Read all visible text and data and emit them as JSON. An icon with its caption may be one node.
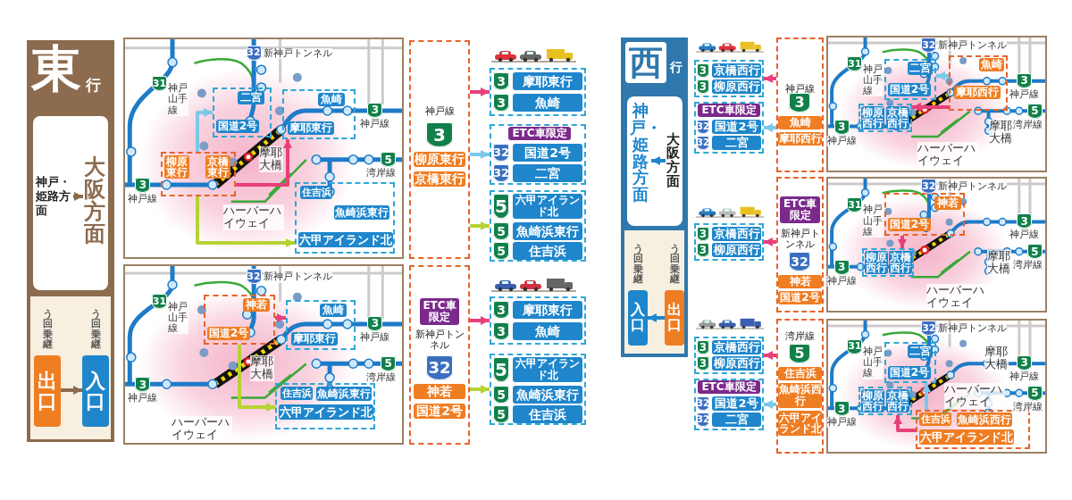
{
  "diagram": {
    "nodes": [
      {
        "text": [
          "東",
          "行"
        ]
      },
      {
        "text": [],
        "shape": "box",
        "in": 0
      },
      {
        "text": [
          "神戸・姫路方面"
        ],
        "in": 1
      },
      {
        "text": [
          "大阪方面"
        ],
        "in": 1
      },
      {
        "text": [
          "出口"
        ],
        "beside": [
          "う回乗継"
        ],
        "in": 0
      },
      {
        "text": [
          "入口"
        ],
        "beside": [
          "う回乗継"
        ],
        "in": 0
      },
      {
        "text": [],
        "shape": "box"
      },
      {
        "text": [],
        "shape": "box",
        "in": 6
      },
      {
        "text": [
          "柳原東行"
        ],
        "in": 7
      },
      {
        "text": [
          "京橋東行"
        ],
        "in": 7
      },
      {
        "text": [],
        "shape": "box",
        "in": 6
      },
      {
        "text": [
          "二宮"
        ],
        "in": 10
      },
      {
        "text": [
          "国道2号"
        ],
        "in": 10
      },
      {
        "text": [],
        "shape": "box",
        "in": 6
      },
      {
        "text": [
          "魚崎"
        ],
        "in": 13
      },
      {
        "text": [
          "摩耶東行"
        ],
        "in": 13
      },
      {
        "text": [],
        "shape": "box",
        "in": 6
      },
      {
        "text": [
          "住吉浜"
        ],
        "in": 16
      },
      {
        "text": [
          "魚崎浜東行"
        ],
        "in": 16
      },
      {
        "text": [
          "六甲アイランド北"
        ],
        "in": 16
      },
      {
        "text": [
          "32"
        ],
        "beside": [
          "新神戸トンネル"
        ],
        "in": 6
      },
      {
        "text": [
          "31"
        ],
        "beside": [
          "神戸山手線"
        ],
        "in": 6
      },
      {
        "text": [
          "3"
        ],
        "beside": [
          "神戸線"
        ],
        "in": 6
      },
      {
        "text": [
          "3"
        ],
        "beside": [
          "神戸線"
        ],
        "in": 6
      },
      {
        "text": [
          "5"
        ],
        "beside": [
          "湾岸線"
        ],
        "in": 6
      },
      {
        "text": [
          "神戸線"
        ]
      },
      {
        "text": [
          "3"
        ],
        "in": 25
      },
      {
        "text": [
          "柳原東行"
        ],
        "in": 25
      },
      {
        "text": [
          "京橋東行"
        ],
        "in": 25
      },
      {
        "text": [],
        "shape": "box"
      },
      {
        "text": [
          "3"
        ],
        "in": 29
      },
      {
        "text": [
          "摩耶東行"
        ],
        "in": 29
      },
      {
        "text": [
          "3"
        ],
        "in": 29
      },
      {
        "text": [
          "魚崎"
        ],
        "in": 29
      },
      {
        "text": [],
        "shape": "box"
      },
      {
        "text": [
          "ETC車限定"
        ],
        "in": 34
      },
      {
        "text": [
          "32"
        ],
        "in": 34
      },
      {
        "text": [
          "国道2号"
        ],
        "in": 34
      },
      {
        "text": [
          "32"
        ],
        "in": 34
      },
      {
        "text": [
          "二宮"
        ],
        "in": 34
      },
      {
        "text": [],
        "shape": "box"
      },
      {
        "text": [
          "5"
        ],
        "in": 40
      },
      {
        "text": [
          "六甲アイランド北"
        ],
        "in": 40
      },
      {
        "text": [
          "5"
        ],
        "in": 40
      },
      {
        "text": [
          "魚崎浜東行"
        ],
        "in": 40
      },
      {
        "text": [
          "5"
        ],
        "in": 40
      },
      {
        "text": [
          "住吉浜"
        ],
        "in": 40
      },
      {
        "text": [],
        "shape": "box"
      },
      {
        "text": [],
        "shape": "box",
        "in": 47
      },
      {
        "text": [
          "神若"
        ],
        "in": 48
      },
      {
        "text": [
          "国道2号"
        ],
        "in": 48
      },
      {
        "text": [],
        "shape": "box",
        "in": 47
      },
      {
        "text": [
          "魚崎"
        ],
        "in": 51
      },
      {
        "text": [
          "摩耶東行"
        ],
        "in": 51
      },
      {
        "text": [],
        "shape": "box",
        "in": 47
      },
      {
        "text": [
          "住吉浜"
        ],
        "in": 54
      },
      {
        "text": [
          "魚崎浜東行"
        ],
        "in": 54
      },
      {
        "text": [
          "六甲アイランド北"
        ],
        "in": 54
      },
      {
        "text": [
          "32"
        ],
        "beside": [
          "新神戸トンネル"
        ],
        "in": 47
      },
      {
        "text": [
          "31"
        ],
        "beside": [
          "神戸山手線"
        ],
        "in": 47
      },
      {
        "text": [
          "3"
        ],
        "beside": [
          "神戸線"
        ],
        "in": 47
      },
      {
        "text": [
          "3"
        ],
        "beside": [
          "神戸線"
        ],
        "in": 47
      },
      {
        "text": [
          "5"
        ],
        "beside": [
          "湾岸線"
        ],
        "in": 47
      },
      {
        "text": [
          "新神戸トンネル"
        ]
      },
      {
        "text": [
          "ETC車限定"
        ],
        "in": 63
      },
      {
        "text": [
          "32"
        ],
        "in": 63
      },
      {
        "text": [
          "神若"
        ],
        "in": 63
      },
      {
        "text": [
          "国道2号"
        ],
        "in": 63
      },
      {
        "text": [],
        "shape": "box"
      },
      {
        "text": [
          "3"
        ],
        "in": 68
      },
      {
        "text": [
          "摩耶東行"
        ],
        "in": 68
      },
      {
        "text": [
          "3"
        ],
        "in": 68
      },
      {
        "text": [
          "魚崎"
        ],
        "in": 68
      },
      {
        "text": [],
        "shape": "box"
      },
      {
        "text": [
          "5"
        ],
        "in": 73
      },
      {
        "text": [
          "六甲アイランド北"
        ],
        "in": 73
      },
      {
        "text": [
          "5"
        ],
        "in": 73
      },
      {
        "text": [
          "魚崎浜東行"
        ],
        "in": 73
      },
      {
        "text": [
          "5"
        ],
        "in": 73
      },
      {
        "text": [
          "住吉浜"
        ],
        "in": 73
      },
      {
        "text": [
          "西",
          "行"
        ]
      },
      {
        "text": [],
        "shape": "box",
        "in": 80
      },
      {
        "text": [
          "神戸・姫路方面"
        ],
        "in": 81
      },
      {
        "text": [
          "大阪方面"
        ],
        "in": 81
      },
      {
        "text": [
          "入口"
        ],
        "beside": [
          "う回乗継"
        ],
        "in": 80
      },
      {
        "text": [
          "出口"
        ],
        "beside": [
          "う回乗継"
        ],
        "in": 80
      },
      {
        "text": [],
        "shape": "box"
      },
      {
        "text": [
          "3"
        ],
        "in": 86
      },
      {
        "text": [
          "京橋西行"
        ],
        "in": 86
      },
      {
        "text": [
          "3"
        ],
        "in": 86
      },
      {
        "text": [
          "柳原西行"
        ],
        "in": 86
      },
      {
        "text": [],
        "shape": "box"
      },
      {
        "text": [
          "ETC車限定"
        ],
        "in": 91
      },
      {
        "text": [
          "32"
        ],
        "in": 91
      },
      {
        "text": [
          "国道2号"
        ],
        "in": 91
      },
      {
        "text": [
          "32"
        ],
        "in": 91
      },
      {
        "text": [
          "二宮"
        ],
        "in": 91
      },
      {
        "text": [
          "神戸線"
        ]
      },
      {
        "text": [
          "3"
        ],
        "in": 97
      },
      {
        "text": [
          "魚崎"
        ],
        "in": 97
      },
      {
        "text": [
          "摩耶西行"
        ],
        "in": 97
      },
      {
        "text": [],
        "shape": "box"
      },
      {
        "text": [],
        "shape": "box",
        "in": 101
      },
      {
        "text": [
          "魚崎"
        ],
        "in": 102
      },
      {
        "text": [
          "摩耶西行"
        ],
        "in": 102
      },
      {
        "text": [],
        "shape": "box",
        "in": 101
      },
      {
        "text": [
          "二宮"
        ],
        "in": 105
      },
      {
        "text": [
          "国道2号"
        ],
        "in": 105
      },
      {
        "text": [],
        "shape": "box",
        "in": 101
      },
      {
        "text": [
          "柳原西行"
        ],
        "in": 108
      },
      {
        "text": [
          "京橋西行"
        ],
        "in": 108
      },
      {
        "text": [
          "32"
        ],
        "beside": [
          "新神戸トンネル"
        ],
        "in": 101
      },
      {
        "text": [
          "31"
        ],
        "beside": [
          "神戸山手線"
        ],
        "in": 101
      },
      {
        "text": [
          "3"
        ],
        "beside": [
          "神戸線"
        ],
        "in": 101
      },
      {
        "text": [
          "3"
        ],
        "beside": [
          "神戸線"
        ],
        "in": 101
      },
      {
        "text": [
          "5"
        ],
        "beside": [
          "湾岸線"
        ],
        "in": 101
      },
      {
        "text": [],
        "shape": "box"
      },
      {
        "text": [
          "3"
        ],
        "in": 116
      },
      {
        "text": [
          "京橋西行"
        ],
        "in": 116
      },
      {
        "text": [
          "3"
        ],
        "in": 116
      },
      {
        "text": [
          "柳原西行"
        ],
        "in": 116
      },
      {
        "text": [
          "新神戸トンネル"
        ]
      },
      {
        "text": [
          "ETC車限定"
        ],
        "in": 121
      },
      {
        "text": [
          "32"
        ],
        "in": 121
      },
      {
        "text": [
          "神若"
        ],
        "in": 121
      },
      {
        "text": [
          "国道2号"
        ],
        "in": 121
      },
      {
        "text": [],
        "shape": "box"
      },
      {
        "text": [],
        "shape": "box",
        "in": 126
      },
      {
        "text": [
          "神若"
        ],
        "in": 127
      },
      {
        "text": [
          "国道2号"
        ],
        "in": 127
      },
      {
        "text": [],
        "shape": "box",
        "in": 126
      },
      {
        "text": [
          "柳原西行"
        ],
        "in": 130
      },
      {
        "text": [
          "京橋西行"
        ],
        "in": 130
      },
      {
        "text": [
          "32"
        ],
        "beside": [
          "新神戸トンネル"
        ],
        "in": 126
      },
      {
        "text": [
          "31"
        ],
        "beside": [
          "神戸山手線"
        ],
        "in": 126
      },
      {
        "text": [
          "3"
        ],
        "beside": [
          "神戸線"
        ],
        "in": 126
      },
      {
        "text": [
          "3"
        ],
        "beside": [
          "神戸線"
        ],
        "in": 126
      },
      {
        "text": [
          "5"
        ],
        "beside": [
          "湾岸線"
        ],
        "in": 126
      },
      {
        "text": [],
        "shape": "box"
      },
      {
        "text": [
          "3"
        ],
        "in": 138
      },
      {
        "text": [
          "京橋西行"
        ],
        "in": 138
      },
      {
        "text": [
          "3"
        ],
        "in": 138
      },
      {
        "text": [
          "柳原西行"
        ],
        "in": 138
      },
      {
        "text": [],
        "shape": "box"
      },
      {
        "text": [
          "ETC車限定"
        ],
        "in": 143
      },
      {
        "text": [
          "32"
        ],
        "in": 143
      },
      {
        "text": [
          "国道2号"
        ],
        "in": 143
      },
      {
        "text": [
          "32"
        ],
        "in": 143
      },
      {
        "text": [
          "二宮"
        ],
        "in": 143
      },
      {
        "text": [
          "湾岸線"
        ]
      },
      {
        "text": [
          "5"
        ],
        "in": 149
      },
      {
        "text": [
          "住吉浜"
        ],
        "in": 149
      },
      {
        "text": [
          "魚崎浜西行"
        ],
        "in": 149
      },
      {
        "text": [
          "六甲アイランド北"
        ],
        "in": 149
      },
      {
        "text": [],
        "shape": "box"
      },
      {
        "text": [],
        "shape": "box",
        "in": 154
      },
      {
        "text": [
          "住吉浜"
        ],
        "in": 155
      },
      {
        "text": [
          "魚崎浜西行"
        ],
        "in": 155
      },
      {
        "text": [
          "六甲アイランド北"
        ],
        "in": 155
      },
      {
        "text": [],
        "shape": "box",
        "in": 154
      },
      {
        "text": [
          "二宮"
        ],
        "in": 159
      },
      {
        "text": [
          "国道2号"
        ],
        "in": 159
      },
      {
        "text": [],
        "shape": "box",
        "in": 154
      },
      {
        "text": [
          "柳原西行"
        ],
        "in": 162
      },
      {
        "text": [
          "京橋西行"
        ],
        "in": 162
      },
      {
        "text": [
          "32"
        ],
        "beside": [
          "新神戸トンネル"
        ],
        "in": 154
      },
      {
        "text": [
          "31"
        ],
        "beside": [
          "神戸山手線"
        ],
        "in": 154
      },
      {
        "text": [
          "3"
        ],
        "beside": [
          "神戸線"
        ],
        "in": 154
      },
      {
        "text": [
          "3"
        ],
        "beside": [
          "神戸線"
        ],
        "in": 154
      },
      {
        "text": [
          "5"
        ],
        "beside": [
          "湾岸線"
        ],
        "in": 154
      }
    ],
    "edges": [
      {
        "from": 2,
        "to": 3,
        "arrow": "to",
        "color": "#8c6b4e"
      },
      {
        "from": 4,
        "to": 5,
        "arrow": "to",
        "color": "#8c6b4e"
      },
      {
        "from": 7,
        "to": 10,
        "arrow": "to",
        "color": "#7cc8e8"
      },
      {
        "from": 7,
        "to": 13,
        "arrow": "to"
      },
      {
        "from": 7,
        "to": 16,
        "arrow": "to",
        "color": "#b5d334"
      },
      {
        "from": 25,
        "to": 29,
        "arrow": "to"
      },
      {
        "from": 25,
        "to": 34,
        "arrow": "to",
        "color": "#7cc8e8"
      },
      {
        "from": 25,
        "to": 40,
        "arrow": "to",
        "color": "#b5d334"
      },
      {
        "from": 48,
        "to": 51,
        "arrow": "to"
      },
      {
        "from": 48,
        "to": 54,
        "arrow": "to",
        "color": "#b5d334"
      },
      {
        "from": 63,
        "to": 68,
        "arrow": "to"
      },
      {
        "from": 63,
        "to": 73,
        "arrow": "to",
        "color": "#b5d334"
      },
      {
        "from": 83,
        "to": 82,
        "arrow": "to",
        "color": "#1f86cc"
      },
      {
        "from": 85,
        "to": 84,
        "arrow": "to",
        "color": "#1f86cc"
      },
      {
        "from": 97,
        "to": 86,
        "arrow": "to"
      },
      {
        "from": 97,
        "to": 91,
        "arrow": "to",
        "color": "#7cc8e8"
      },
      {
        "from": 102,
        "to": 105,
        "arrow": "to",
        "color": "#7cc8e8"
      },
      {
        "from": 102,
        "to": 108,
        "arrow": "to"
      },
      {
        "from": 121,
        "to": 116,
        "arrow": "to"
      },
      {
        "from": 127,
        "to": 130,
        "arrow": "to"
      },
      {
        "from": 149,
        "to": 138,
        "arrow": "to"
      },
      {
        "from": 149,
        "to": 143,
        "arrow": "to",
        "color": "#7cc8e8"
      },
      {
        "from": 155,
        "to": 159,
        "arrow": "to",
        "color": "#7cc8e8"
      },
      {
        "from": 155,
        "to": 162,
        "arrow": "to"
      }
    ],
    "labels": [
      "摩耶大橋",
      "ハーバーハイウェイ",
      "摩耶大橋",
      "ハーバーハイウェイ",
      "摩耶大橋",
      "ハーバーハイウェイ",
      "摩耶大橋",
      "ハーバーハイウェイ",
      "摩耶大橋",
      "ハーバーハイウェイ"
    ]
  }
}
